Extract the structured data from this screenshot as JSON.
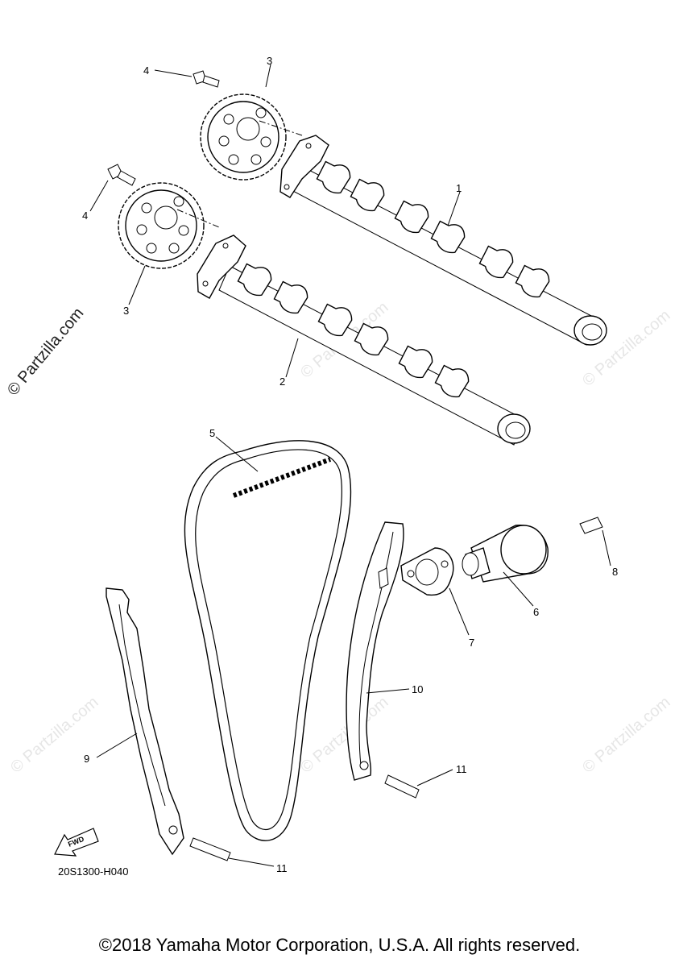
{
  "watermark_main": "© Partzilla.com",
  "watermark_faint": "© Partzilla.com",
  "labels": {
    "p1": "1",
    "p2": "2",
    "p3a": "3",
    "p3b": "3",
    "p4a": "4",
    "p4b": "4",
    "p5": "5",
    "p6": "6",
    "p7": "7",
    "p8": "8",
    "p9": "9",
    "p10": "10",
    "p11a": "11",
    "p11b": "11"
  },
  "fwd_label": "FWD",
  "diagram_code": "20S1300-H040",
  "copyright": "©2018 Yamaha Motor Corporation, U.S.A. All rights reserved."
}
